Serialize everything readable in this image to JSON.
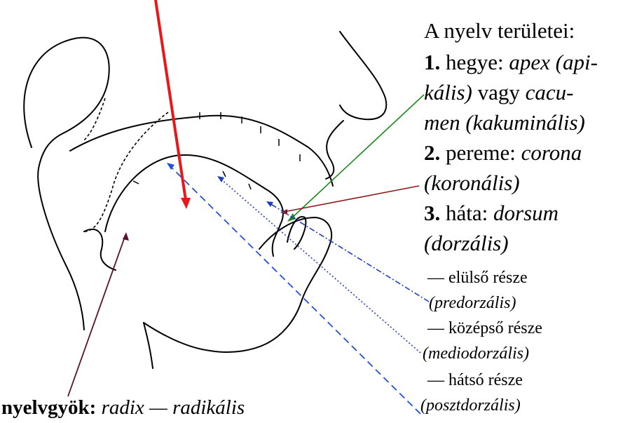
{
  "title": "A nyelv területei:",
  "regions": [
    {
      "num": "1.",
      "text": "hegye:",
      "term1": "apex (api-",
      "term2": "kális)",
      "word": "vagy",
      "term3": "cacu-",
      "term4": "men (kakuminális)"
    },
    {
      "num": "2.",
      "text": "pereme:",
      "term1": "corona",
      "term2": "(koronális)"
    },
    {
      "num": "3.",
      "text": "háta:",
      "term1": "dorsum",
      "term2": "(dorzális)"
    }
  ],
  "subparts": [
    {
      "label": "— elülső része",
      "term": "(predorzális)",
      "color": "#1f3fbf"
    },
    {
      "label": "— középső része",
      "term": "(mediodorzális)",
      "color": "#1f3fbf"
    },
    {
      "label": "— hátsó része",
      "term": "(posztdorzális)",
      "color": "#1f4fdf"
    }
  ],
  "root": {
    "bold": "nyelvgyök:",
    "term": "radix — radikális",
    "color": "#5a1030"
  },
  "arrow_colors": {
    "red": "#e8181a",
    "green": "#1a8a1a",
    "darkred": "#8a1a1a",
    "blue": "#1f4fdf"
  }
}
